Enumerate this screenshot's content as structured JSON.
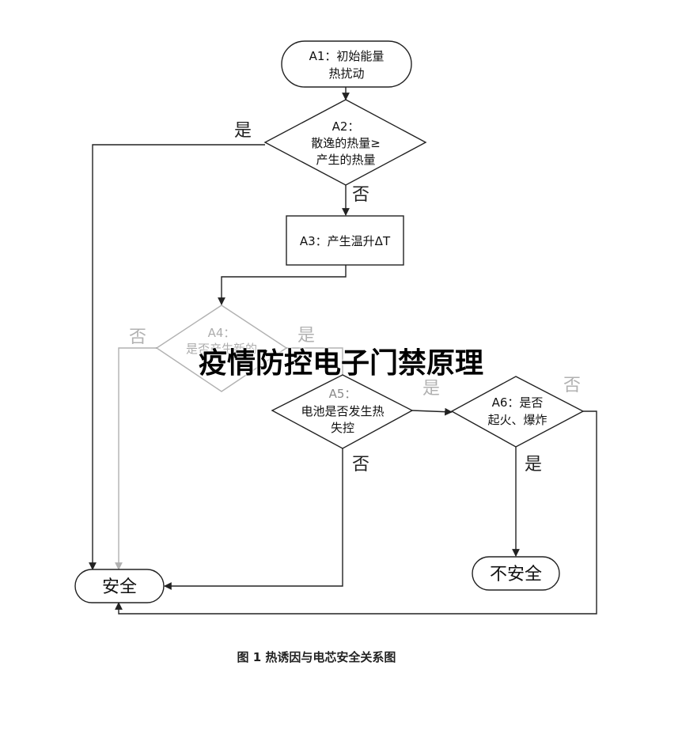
{
  "nodes": {
    "a1": {
      "line1": "A1：初始能量",
      "line2": "热扰动"
    },
    "a2": {
      "line1": "A2：",
      "line2": "散逸的热量≥",
      "line3": "产生的热量"
    },
    "a3": {
      "line1": "A3：产生温升ΔT"
    },
    "a4": {
      "line1": "A4：",
      "line2": "是否产生新的"
    },
    "a5": {
      "line1": "A5：",
      "line2": "电池是否发生热",
      "line3": "失控"
    },
    "a6": {
      "line1": "A6：是否",
      "line2": "起火、爆炸"
    },
    "safe": {
      "label": "安全"
    },
    "unsafe": {
      "label": "不安全"
    }
  },
  "edges": {
    "a2_yes": "是",
    "a2_no": "否",
    "a4_no": "否",
    "a4_yes": "是",
    "a5_yes": "是",
    "a5_no": "否",
    "a6_no": "否",
    "a6_yes": "是"
  },
  "overlay_title": "疫情防控电子门禁原理",
  "caption": "图 1  热诱因与电芯安全关系图"
}
